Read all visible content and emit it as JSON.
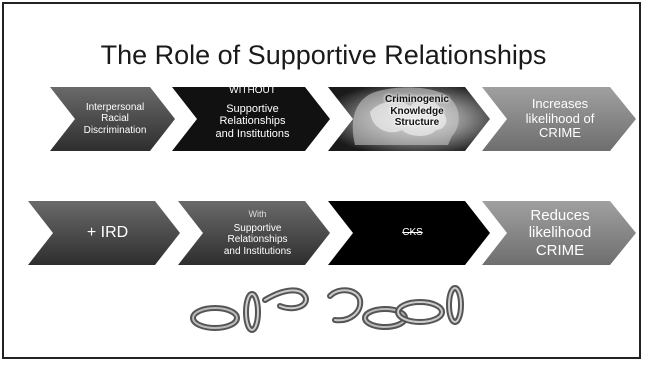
{
  "slide": {
    "title": "The Role of Supportive Relationships",
    "row1": {
      "step1": [
        "Interpersonal",
        "Racial",
        "Discrimination"
      ],
      "step2_head": "WITHOUT",
      "step2_lines": [
        "Supportive",
        "Relationships",
        "and Institutions"
      ],
      "step3_lines": [
        "Criminogenic",
        "Knowledge",
        "Structure"
      ],
      "step4_lines": [
        "Increases",
        "likelihood of",
        "CRIME"
      ]
    },
    "row2": {
      "step1": "+ IRD",
      "step2_head": "With",
      "step2_lines": [
        "Supportive",
        "Relationships",
        "and Institutions"
      ],
      "step3": "CKS",
      "step4_lines": [
        "Reduces",
        "likelihood",
        "CRIME"
      ]
    }
  },
  "colors": {
    "dark": "#3f3f3f",
    "mid": "#5a5a5a",
    "black": "#000000",
    "light": "#8c8c8c"
  }
}
